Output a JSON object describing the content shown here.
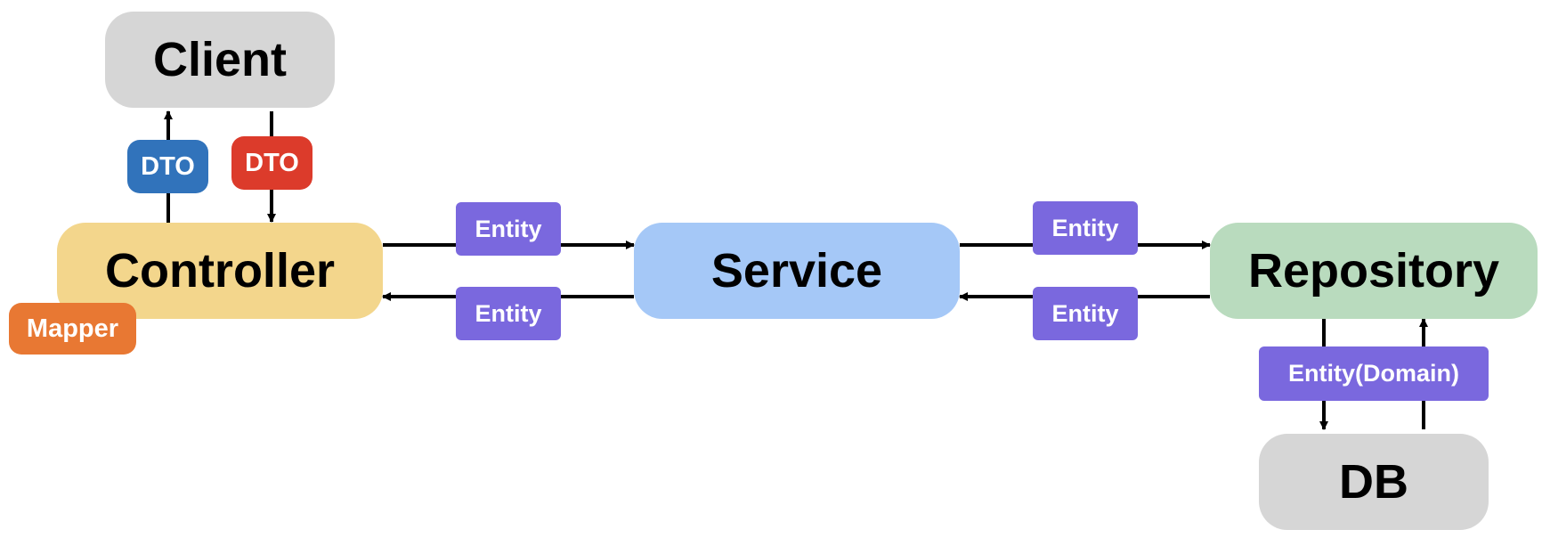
{
  "colors": {
    "client": "#d6d6d6",
    "controller": "#f3d68c",
    "service": "#a5c8f7",
    "repository": "#b9dbbe",
    "db": "#d6d6d6",
    "dto_out": "#3173bb",
    "dto_in": "#dc3b2b",
    "mapper": "#e87833",
    "entity": "#7a68de",
    "arrow": "#000000"
  },
  "nodes": {
    "client": "Client",
    "controller": "Controller",
    "service": "Service",
    "repository": "Repository",
    "db": "DB"
  },
  "tags": {
    "dto_out": "DTO",
    "dto_in": "DTO",
    "mapper": "Mapper",
    "entity_controller_to_service": "Entity",
    "entity_service_to_controller": "Entity",
    "entity_service_to_repository": "Entity",
    "entity_repository_to_service": "Entity",
    "entity_domain": "Entity(Domain)"
  }
}
